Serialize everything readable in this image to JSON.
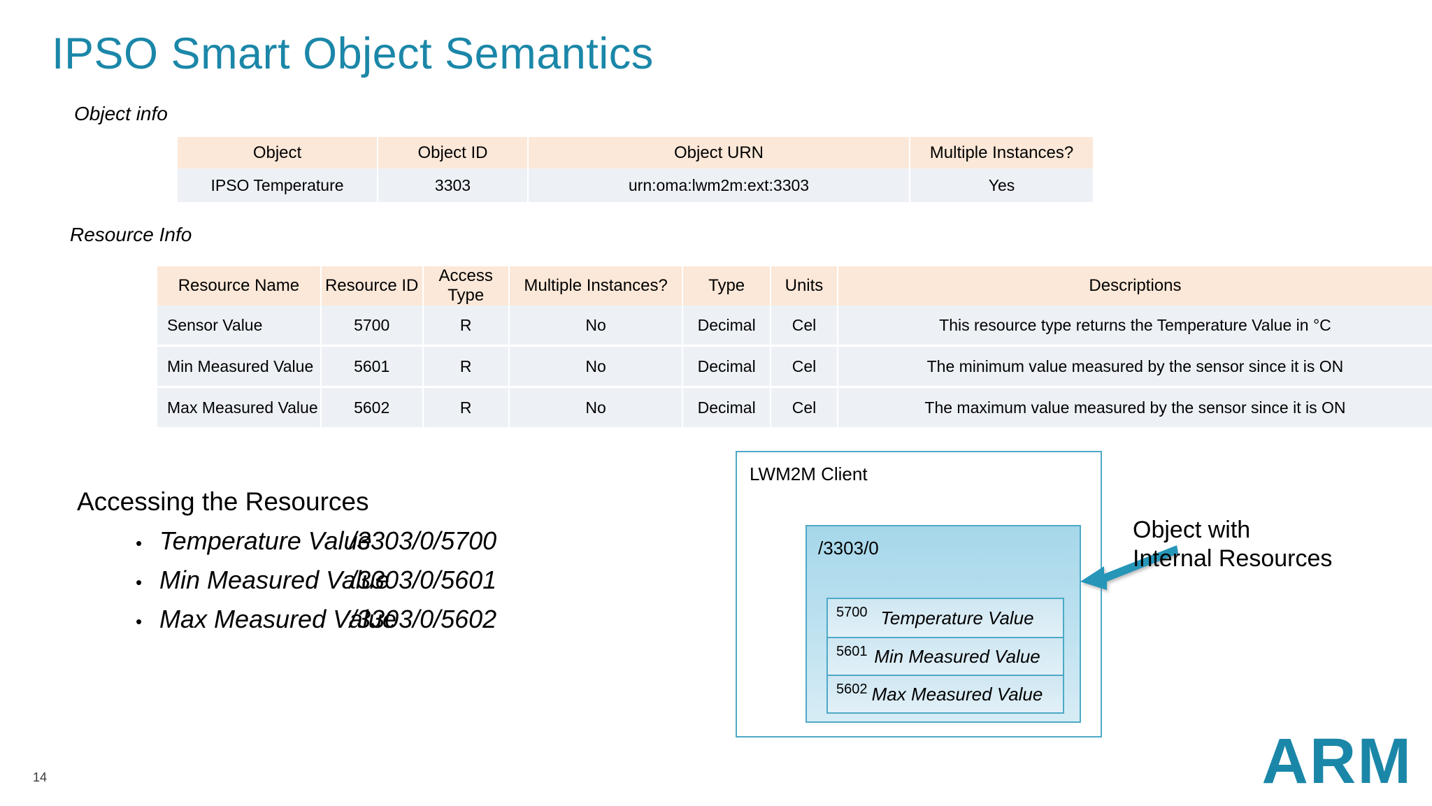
{
  "slide": {
    "title": "IPSO Smart Object Semantics",
    "page_number": "14",
    "brand_logo_text": "ARM",
    "accent_color": "#1b87a8",
    "table_header_color": "#fce8d8",
    "table_row_color": "#edf1f6",
    "diagram_border_color": "#4da9c7"
  },
  "object_info": {
    "caption": "Object info",
    "columns": [
      "Object",
      "Object ID",
      "Object URN",
      "Multiple Instances?"
    ],
    "rows": [
      [
        "IPSO Temperature",
        "3303",
        "urn:oma:lwm2m:ext:3303",
        "Yes"
      ]
    ]
  },
  "resource_info": {
    "caption": "Resource Info",
    "columns": [
      "Resource Name",
      "Resource ID",
      "Access Type",
      "Multiple Instances?",
      "Type",
      "Units",
      "Descriptions"
    ],
    "rows": [
      [
        "Sensor Value",
        "5700",
        "R",
        "No",
        "Decimal",
        "Cel",
        "This resource type returns the Temperature Value in °C"
      ],
      [
        "Min Measured Value",
        "5601",
        "R",
        "No",
        "Decimal",
        "Cel",
        "The minimum value measured by the sensor since it is ON"
      ],
      [
        "Max Measured  Value",
        "5602",
        "R",
        "No",
        "Decimal",
        "Cel",
        "The maximum value measured by the sensor since it is ON"
      ]
    ]
  },
  "accessing": {
    "heading": "Accessing the Resources",
    "bullet_glyph": "•",
    "items": [
      {
        "label": "Temperature Value",
        "path": "/3303/0/5700"
      },
      {
        "label": "Min Measured Value",
        "path": "/3303/0/5601"
      },
      {
        "label": "Max Measured Value",
        "path": "/3303/0/5602"
      }
    ]
  },
  "diagram": {
    "client_label": "LWM2M Client",
    "object_instance_label": "/3303/0",
    "resources": [
      {
        "id": "5700",
        "name": "Temperature Value"
      },
      {
        "id": "5601",
        "name": "Min Measured Value"
      },
      {
        "id": "5602",
        "name": "Max Measured Value"
      }
    ],
    "callout_text": "Object with\nInternal Resources"
  }
}
